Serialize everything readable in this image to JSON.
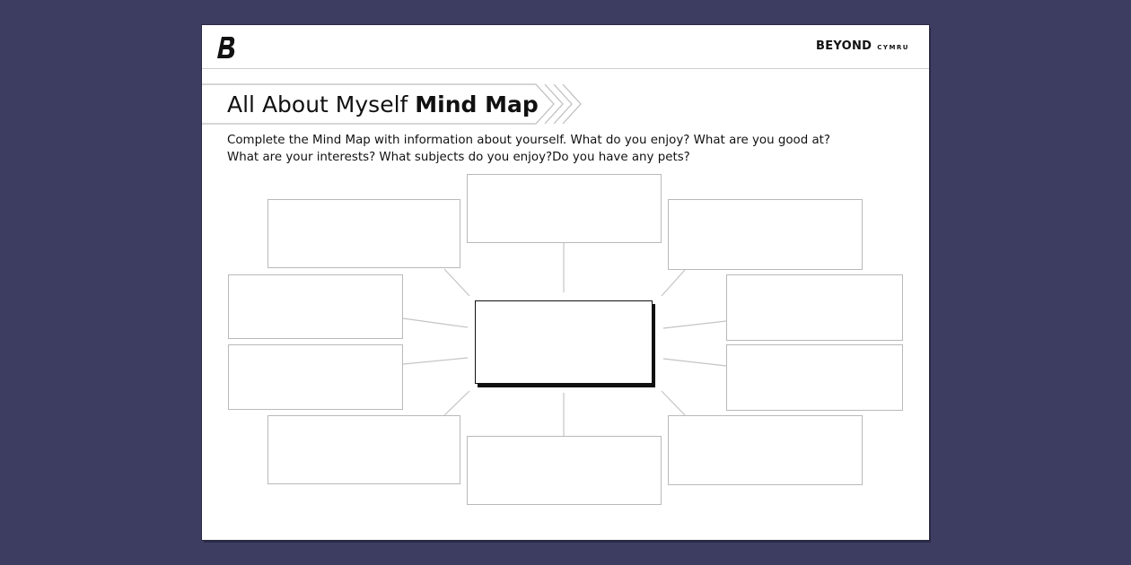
{
  "brand": {
    "name": "BEYOND",
    "sub": "CYMRU"
  },
  "title": {
    "light": "All About Myself",
    "bold": "Mind Map"
  },
  "instructions": {
    "line1": "Complete the Mind Map with information about yourself. What do you enjoy? What are you good at?",
    "line2": "What are your interests? What subjects do you enjoy?Do you have any pets?"
  },
  "map": {
    "center_box": "empty",
    "branch_box_count": 10
  }
}
